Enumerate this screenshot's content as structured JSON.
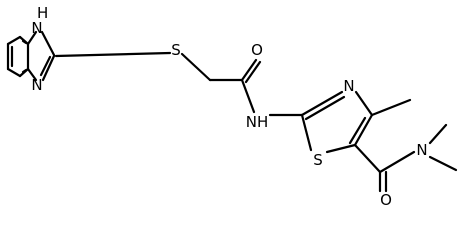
{
  "molecule": {
    "atoms": [
      {
        "id": "a_NH1",
        "text": "H",
        "subtext": "N"
      },
      {
        "id": "a_N3",
        "text": "N"
      },
      {
        "id": "a_S",
        "text": "S"
      },
      {
        "id": "a_O1",
        "text": "O"
      },
      {
        "id": "a_NH_amide",
        "text": "NH"
      },
      {
        "id": "a_N_thz",
        "text": "N"
      },
      {
        "id": "a_S_thz",
        "text": "S"
      },
      {
        "id": "a_N_amide",
        "text": "N"
      },
      {
        "id": "a_O2",
        "text": "O"
      }
    ],
    "line_color": "#000000"
  }
}
